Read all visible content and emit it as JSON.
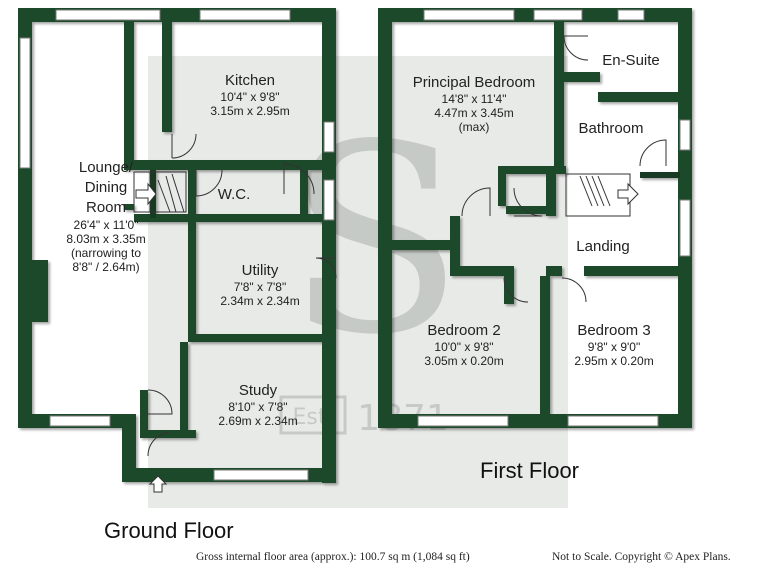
{
  "watermark": {
    "letter": "S",
    "est": "Est.",
    "year": "1871"
  },
  "ground_floor": {
    "label": "Ground Floor",
    "rooms": [
      {
        "id": "lounge",
        "name_lines": [
          "Lounge/",
          "Dining",
          "Room"
        ],
        "dims": [
          "26'4\" x 11'0\"",
          "8.03m x 3.35m",
          "(narrowing to",
          "8'8\" / 2.64m)"
        ]
      },
      {
        "id": "kitchen",
        "name_lines": [
          "Kitchen"
        ],
        "dims": [
          "10'4\" x 9'8\"",
          "3.15m x 2.95m"
        ]
      },
      {
        "id": "wc",
        "name_lines": [
          "W.C."
        ],
        "dims": []
      },
      {
        "id": "utility",
        "name_lines": [
          "Utility"
        ],
        "dims": [
          "7'8\" x 7'8\"",
          "2.34m x 2.34m"
        ]
      },
      {
        "id": "study",
        "name_lines": [
          "Study"
        ],
        "dims": [
          "8'10\" x 7'8\"",
          "2.69m x 2.34m"
        ]
      }
    ]
  },
  "first_floor": {
    "label": "First Floor",
    "rooms": [
      {
        "id": "principal",
        "name_lines": [
          "Principal Bedroom"
        ],
        "dims": [
          "14'8\" x 11'4\"",
          "4.47m x 3.45m",
          "(max)"
        ]
      },
      {
        "id": "ensuite",
        "name_lines": [
          "En-Suite"
        ],
        "dims": []
      },
      {
        "id": "bathroom",
        "name_lines": [
          "Bathroom"
        ],
        "dims": []
      },
      {
        "id": "landing",
        "name_lines": [
          "Landing"
        ],
        "dims": []
      },
      {
        "id": "bed2",
        "name_lines": [
          "Bedroom 2"
        ],
        "dims": [
          "10'0\" x 9'8\"",
          "3.05m x 0.20m"
        ]
      },
      {
        "id": "bed3",
        "name_lines": [
          "Bedroom 3"
        ],
        "dims": [
          "9'8\" x 9'0\"",
          "2.95m x 0.20m"
        ]
      }
    ]
  },
  "footer": {
    "area": "Gross internal floor area (approx.): 100.7 sq m (1,084 sq ft)",
    "copyright": "Not to Scale. Copyright © Apex Plans."
  },
  "colors": {
    "wall": "#1f4a2c",
    "wall_dark": "#143520",
    "watermark": "#c9cdc9"
  }
}
